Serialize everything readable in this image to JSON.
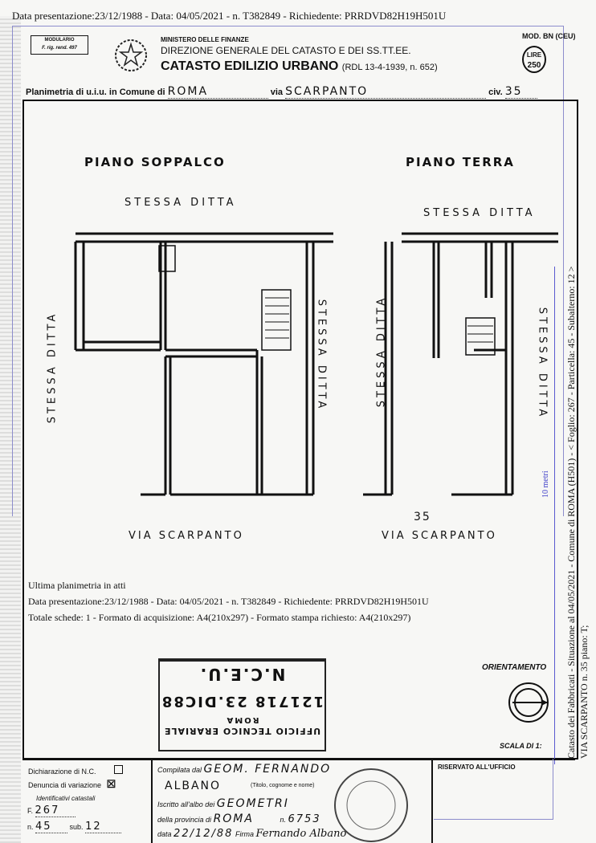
{
  "overlay": {
    "top_line": "Data presentazione:23/12/1988 - Data: 04/05/2021 - n. T382849 - Richiedente: PRRDVD82H19H501U",
    "bottom_line1": "Ultima planimetria in atti",
    "bottom_line2": "Data presentazione:23/12/1988 - Data: 04/05/2021 - n. T382849 - Richiedente: PRRDVD82H19H501U",
    "bottom_line3": "Totale schede: 1 - Formato di acquisizione: A4(210x297) - Formato stampa richiesto: A4(210x297)",
    "side_line1": "Catasto dei Fabbricati - Situazione al 04/05/2021 - Comune di ROMA (H501) - < Foglio: 267 - Particella: 45 - Subalterno: 12 >",
    "side_line2": "VIA SCARPANTO n. 35 piano: T;",
    "scale_label": "10 metri"
  },
  "header": {
    "modulario": "MODULARIO",
    "modulario_sub": "F. rig. rend. 497",
    "ministry": "MINISTERO DELLE FINANZE",
    "direction": "DIREZIONE GENERALE DEL CATASTO E DEI SS.TT.EE.",
    "title": "CATASTO EDILIZIO URBANO",
    "title_ref": "(RDL 13-4-1939, n. 652)",
    "mod": "MOD. BN (CEU)",
    "lire": "LIRE",
    "lire_value": "250",
    "planimetria_label": "Planimetria di u.i.u. in Comune di",
    "comune": "ROMA",
    "via_label": "via",
    "via": "SCARPANTO",
    "civ_label": "civ.",
    "civ": "35"
  },
  "plan": {
    "left_title": "PIANO SOPPALCO",
    "right_title": "PIANO TERRA",
    "stessa_ditta": "STESSA DITTA",
    "via_scarpanto": "VIA SCARPANTO",
    "civ_mark": "35",
    "orientamento": "ORIENTAMENTO",
    "scala": "SCALA DI 1:"
  },
  "stamp": {
    "line1": "N.C.E.U.",
    "line2": "121718 23.DIC88",
    "line3": "ROMA",
    "line4": "UFFICIO TECNICO ERARIALE"
  },
  "footer": {
    "dichiarazione": "Dichiarazione di N.C.",
    "denuncia": "Denuncia di variazione",
    "identificativi": "Identificativi catastali",
    "foglio_label": "F.",
    "foglio": "267",
    "n_label": "n.",
    "n": "45",
    "sub_label": "sub.",
    "sub": "12",
    "compilata_label": "Compilata dal",
    "compilata": "GEOM. FERNANDO",
    "compilata2": "ALBANO",
    "titolo_note": "(Titolo, cognome e nome)",
    "iscritto_label": "Iscritto all'albo dei",
    "albo": "GEOMETRI",
    "provincia_label": "della provincia di",
    "provincia": "ROMA",
    "num_label": "n.",
    "num": "6753",
    "data_label": "data",
    "data": "22/12/88",
    "firma_label": "Firma",
    "firma": "Fernando Albano",
    "riservato": "RISERVATO ALL'UFFICIO"
  }
}
